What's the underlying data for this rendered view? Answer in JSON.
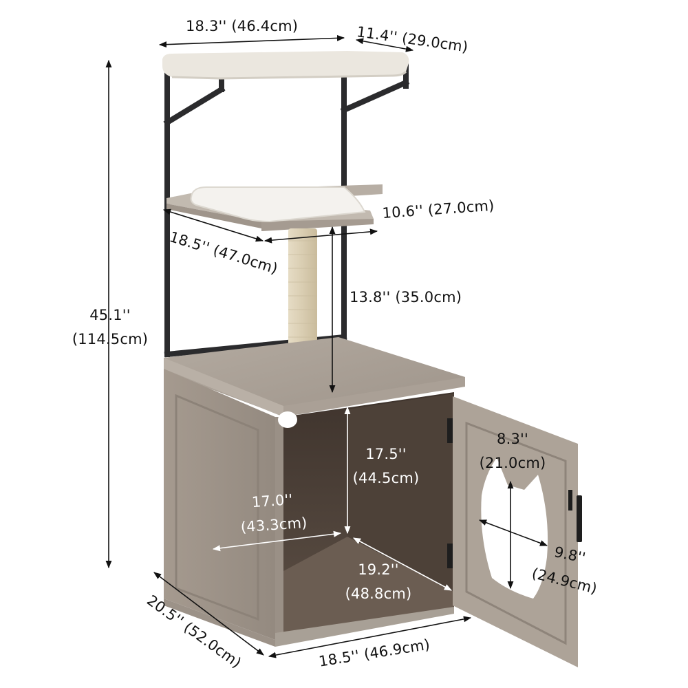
{
  "product": {
    "name": "Cat tree with litter box enclosure",
    "colors": {
      "wood": "#a79d93",
      "wood_dark": "#8a7f74",
      "wood_light": "#beb6ad",
      "interior": "#4a3e36",
      "frame": "#2b2b2d",
      "cushion": "#ece9e2",
      "sisal": "#ddd2b8",
      "line": "#111111",
      "line_white": "#ffffff"
    }
  },
  "dimensions": {
    "top_perch_width": "18.3'' (46.4cm)",
    "top_perch_depth": "11.4'' (29.0cm)",
    "mid_platform_width": "18.5'' (47.0cm)",
    "mid_platform_depth": "10.6'' (27.0cm)",
    "post_height": "13.8'' (35.0cm)",
    "total_height_in": "45.1''",
    "total_height_cm": "(114.5cm)",
    "interior_height_in": "17.5''",
    "interior_height_cm": "(44.5cm)",
    "interior_width_in": "17.0''",
    "interior_width_cm": "(43.3cm)",
    "interior_depth_in": "19.2''",
    "interior_depth_cm": "(48.8cm)",
    "door_opening_height_in": "8.3''",
    "door_opening_height_cm": "(21.0cm)",
    "door_opening_width_in": "9.8''",
    "door_opening_width_cm": "(24.9cm)",
    "base_depth": "20.5'' (52.0cm)",
    "base_width": "18.5'' (46.9cm)"
  }
}
